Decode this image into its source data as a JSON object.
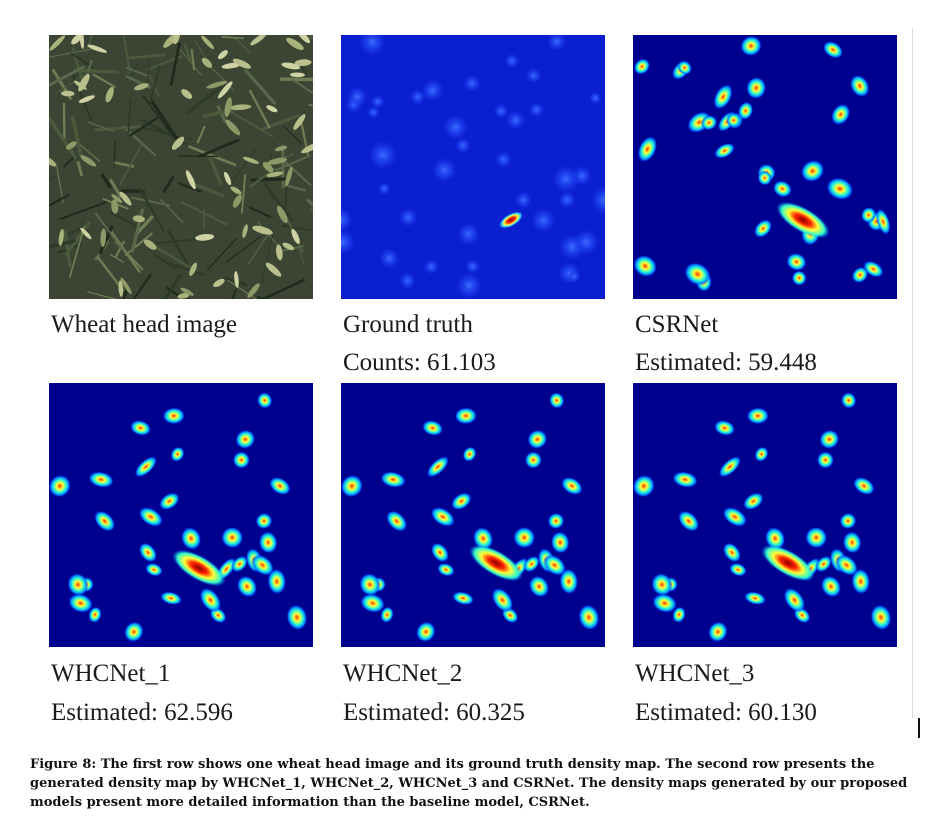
{
  "figure": {
    "panels": [
      {
        "label": "Wheat head image",
        "value": ""
      },
      {
        "label": "Ground truth",
        "value": "Counts: 61.103"
      },
      {
        "label": "CSRNet",
        "value": "Estimated: 59.448"
      },
      {
        "label": "WHCNet_1",
        "value": "Estimated: 62.596"
      },
      {
        "label": "WHCNet_2",
        "value": "Estimated: 60.325"
      },
      {
        "label": "WHCNet_3",
        "value": "Estimated: 60.130"
      }
    ],
    "caption": "Figure 8: The first row shows one wheat head image and its ground truth density map. The second row presents the generated density map by WHCNet_1, WHCNet_2, WHCNet_3 and CSRNet. The density maps generated by our proposed models present more detailed information than the baseline model, CSRNet."
  },
  "colors": {
    "map_background": "#00008f",
    "gt_background": "#0a1fd0",
    "hot": "#8b0000",
    "photo_background": "#3c4534"
  }
}
